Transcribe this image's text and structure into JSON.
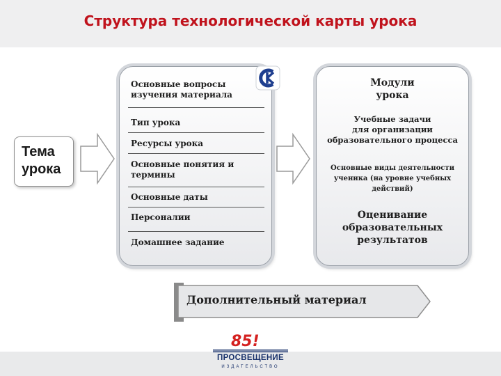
{
  "title": "Структура технологической карты урока",
  "topic": {
    "label": "Тема\nурока"
  },
  "left_panel": {
    "items": [
      "Основные вопросы\nизучения материала",
      "Тип урока",
      "Ресурсы урока",
      "Основные понятия и\nтермины",
      "Основные даты",
      "Персоналии",
      "Домашнее задание"
    ]
  },
  "right_panel": {
    "heading": "Модули\nурока",
    "tasks": "Учебные задачи\nдля организации\nобразовательного процесса",
    "activities": "Основные виды деятельности\nученика (на уровне учебных\nдействий)",
    "assessment": "Оценивание\nобразовательных\nрезультатов"
  },
  "additional": {
    "label": "Дополнительный материал"
  },
  "footer": {
    "anniversary": "85!",
    "publisher": "ПРОСВЕЩЕНИЕ",
    "subtitle": "ИЗДАТЕЛЬСТВО"
  },
  "colors": {
    "title": "#c0121c",
    "logo_red": "#d4201f",
    "logo_blue": "#17306a",
    "badge_blue": "#1f3f8f"
  }
}
